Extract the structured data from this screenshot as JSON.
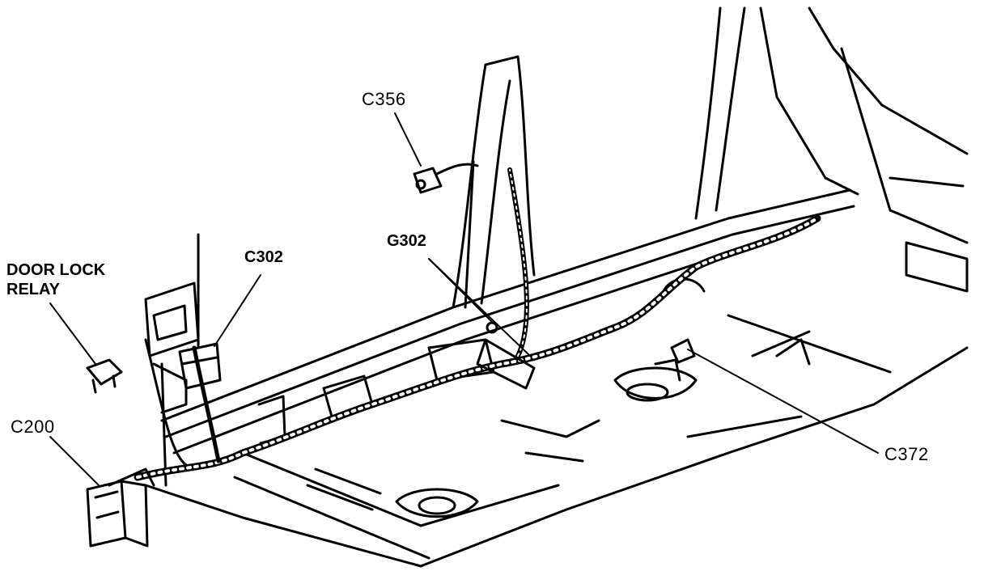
{
  "labels": {
    "c356": "C356",
    "c302": "C302",
    "door_lock_relay_line1": "DOOR LOCK",
    "door_lock_relay_line2": "RELAY",
    "g302": "G302",
    "c200": "C200",
    "c372": "C372"
  },
  "colors": {
    "ink": "#000000",
    "paper": "#ffffff"
  }
}
